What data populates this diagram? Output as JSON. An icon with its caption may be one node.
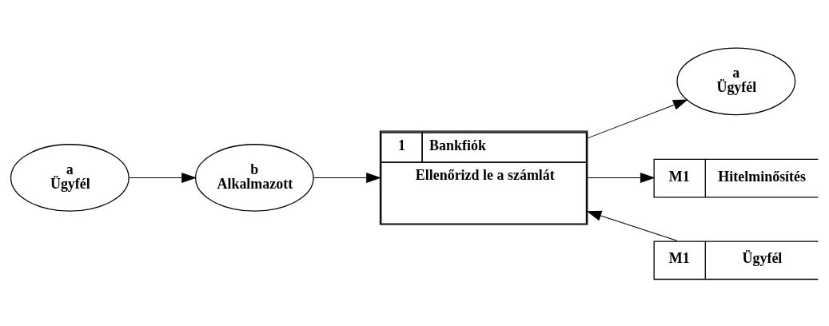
{
  "diagram": {
    "nodes": [
      {
        "text": [
          "a",
          "Ügyfél"
        ]
      },
      {
        "text": [
          "b",
          "Alkalmazott"
        ]
      },
      {
        "text": [
          "1",
          "Bankfiók",
          "Ellenőrizd le a számlát"
        ]
      },
      {
        "text": [
          "a",
          "Ügyfél"
        ]
      },
      {
        "text": [
          "M1",
          "Ügyfél"
        ]
      },
      {
        "text": [
          "M1",
          "Hitelminősítés"
        ]
      }
    ],
    "edges": [
      {
        "from": 0,
        "to": 1,
        "arrow": "to"
      },
      {
        "from": 1,
        "to": 2,
        "arrow": "to"
      },
      {
        "from": 2,
        "to": 3,
        "arrow": "to"
      },
      {
        "from": 4,
        "to": 2,
        "arrow": "to"
      },
      {
        "from": 2,
        "to": 5,
        "arrow": "to"
      }
    ]
  }
}
